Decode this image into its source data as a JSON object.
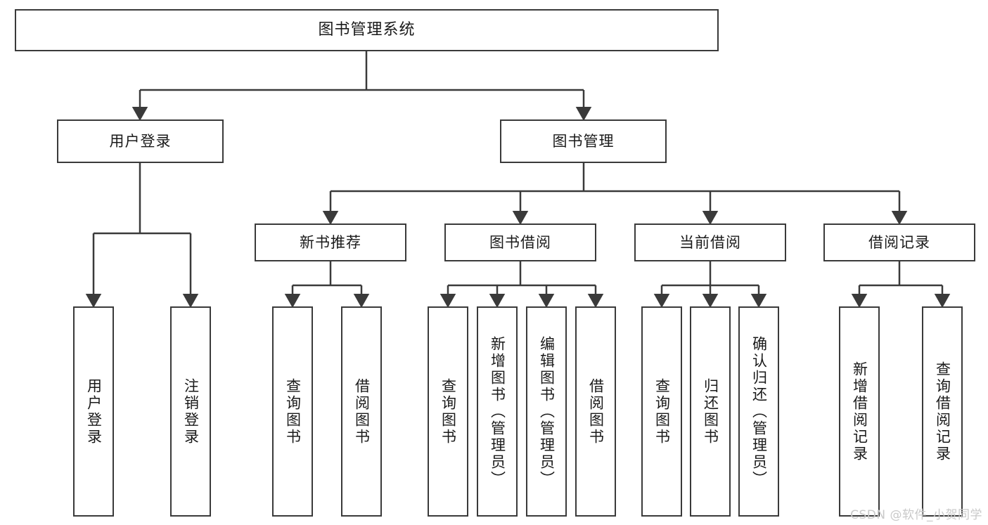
{
  "diagram": {
    "title": "图书管理系统",
    "type": "tree-hierarchy",
    "watermark": "CSDN @软件_小贺同学",
    "colors": {
      "border": "#3a3a3a",
      "background": "#ffffff",
      "text": "#1a1a1a",
      "edge": "#3a3a3a",
      "watermark": "#c9c9c9"
    },
    "nodes": {
      "root": {
        "label": "图书管理系统"
      },
      "level2": [
        {
          "label": "用户登录"
        },
        {
          "label": "图书管理"
        }
      ],
      "level3": [
        {
          "label": "新书推荐"
        },
        {
          "label": "图书借阅"
        },
        {
          "label": "当前借阅"
        },
        {
          "label": "借阅记录"
        }
      ],
      "leaves": {
        "user_login": [
          {
            "label": "用户登录"
          },
          {
            "label": "注销登录"
          }
        ],
        "new_book": [
          {
            "label": "查询图书"
          },
          {
            "label": "借阅图书"
          }
        ],
        "book_borrow": [
          {
            "label": "查询图书"
          },
          {
            "label": "新增图书（管理员）"
          },
          {
            "label": "编辑图书（管理员）"
          },
          {
            "label": "借阅图书"
          }
        ],
        "current_borrow": [
          {
            "label": "查询图书"
          },
          {
            "label": "归还图书"
          },
          {
            "label": "确认归还（管理员）"
          }
        ],
        "borrow_record": [
          {
            "label": "新增借阅记录"
          },
          {
            "label": "查询借阅记录"
          }
        ]
      }
    }
  }
}
